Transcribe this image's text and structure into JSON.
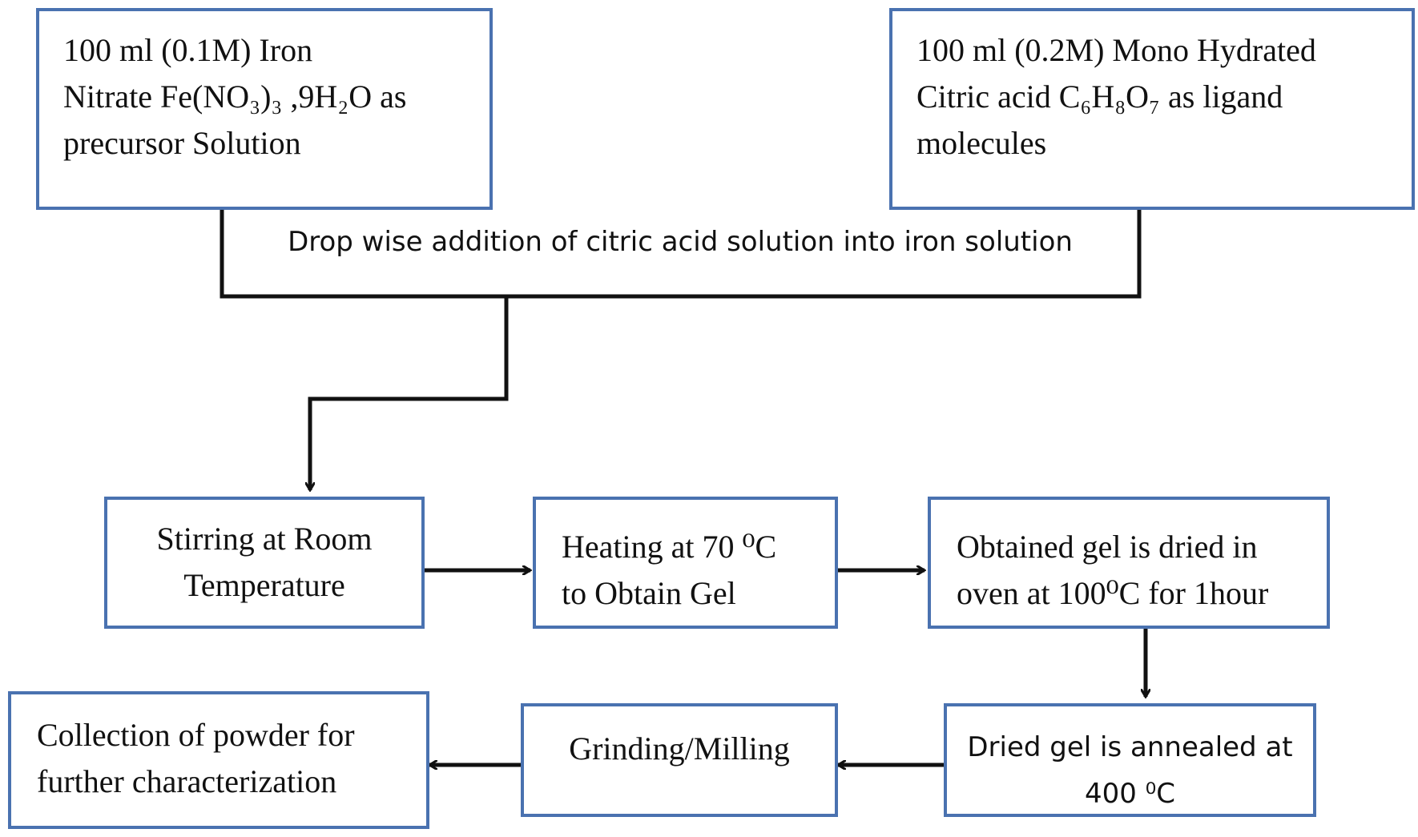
{
  "nodes": {
    "iron_nitrate": {
      "line1": "100 ml (0.1M)   Iron",
      "line2": "Nitrate Fe(NO₃)₃ ,9H₂O as",
      "line3": "precursor  Solution"
    },
    "citric_acid": {
      "line1": "100 ml (0.2M) Mono Hydrated",
      "line2": "Citric acid C₆H₈O₇ as ligand",
      "line3": "molecules"
    },
    "stirring": {
      "line1": "Stirring at Room",
      "line2": "Temperature"
    },
    "heating": {
      "line1": "Heating at 70 ⁰C",
      "line2": "to Obtain Gel"
    },
    "drying": {
      "line1": "Obtained gel is dried in",
      "line2": "oven at 100⁰C for 1hour"
    },
    "annealing": {
      "line1": "Dried gel is annealed at",
      "line2": "400 ⁰C"
    },
    "grinding": {
      "line1": "Grinding/Milling"
    },
    "collection": {
      "line1": "Collection of powder for",
      "line2": "further characterization"
    }
  },
  "edges": {
    "merge_label": "Drop wise addition of citric acid solution into iron solution"
  },
  "colors": {
    "box_border": "#4a72b0",
    "arrow": "#111111"
  }
}
